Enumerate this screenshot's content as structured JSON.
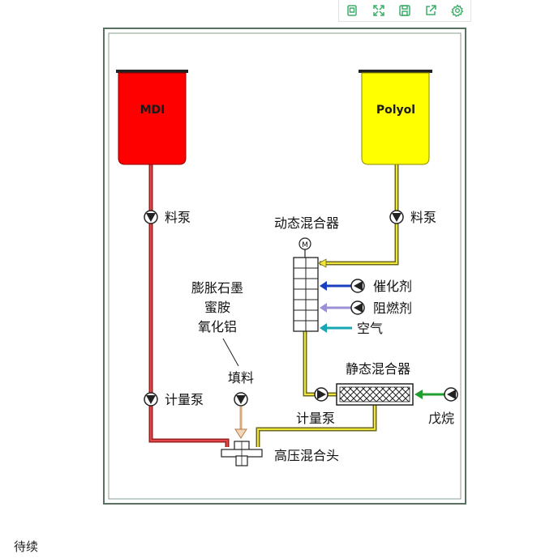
{
  "toolbar": {
    "icons": [
      "copy-icon",
      "fullscreen-icon",
      "save-icon",
      "share-icon",
      "settings-icon"
    ],
    "accent": "#3fae6a"
  },
  "diagram": {
    "tank_mdi": "MDI",
    "tank_polyol": "Polyol",
    "pump_left": "料泵",
    "pump_right": "料泵",
    "dynamic_mixer": "动态混合器",
    "motor": "M",
    "fillers": [
      "膨胀石墨",
      "蜜胺",
      "氧化铝"
    ],
    "filler": "填料",
    "catalyst": "催化剂",
    "retardant": "阻燃剂",
    "air": "空气",
    "static_mixer": "静态混合器",
    "metering_left": "计量泵",
    "metering_right": "计量泵",
    "pentane": "戊烷",
    "mix_head": "高压混合头"
  },
  "colors": {
    "mdi": "#ff0000",
    "polyol": "#ffff00",
    "red_line": "#c0282a",
    "yellow_line": "#e3d21a",
    "catalyst_arrow": "#1a3fbf",
    "retardant_arrow": "#9b8fd6",
    "air_arrow": "#16a7b3",
    "pentane_arrow": "#1f9e2f",
    "filler_arrow": "#d9a878"
  },
  "footer": "待续"
}
